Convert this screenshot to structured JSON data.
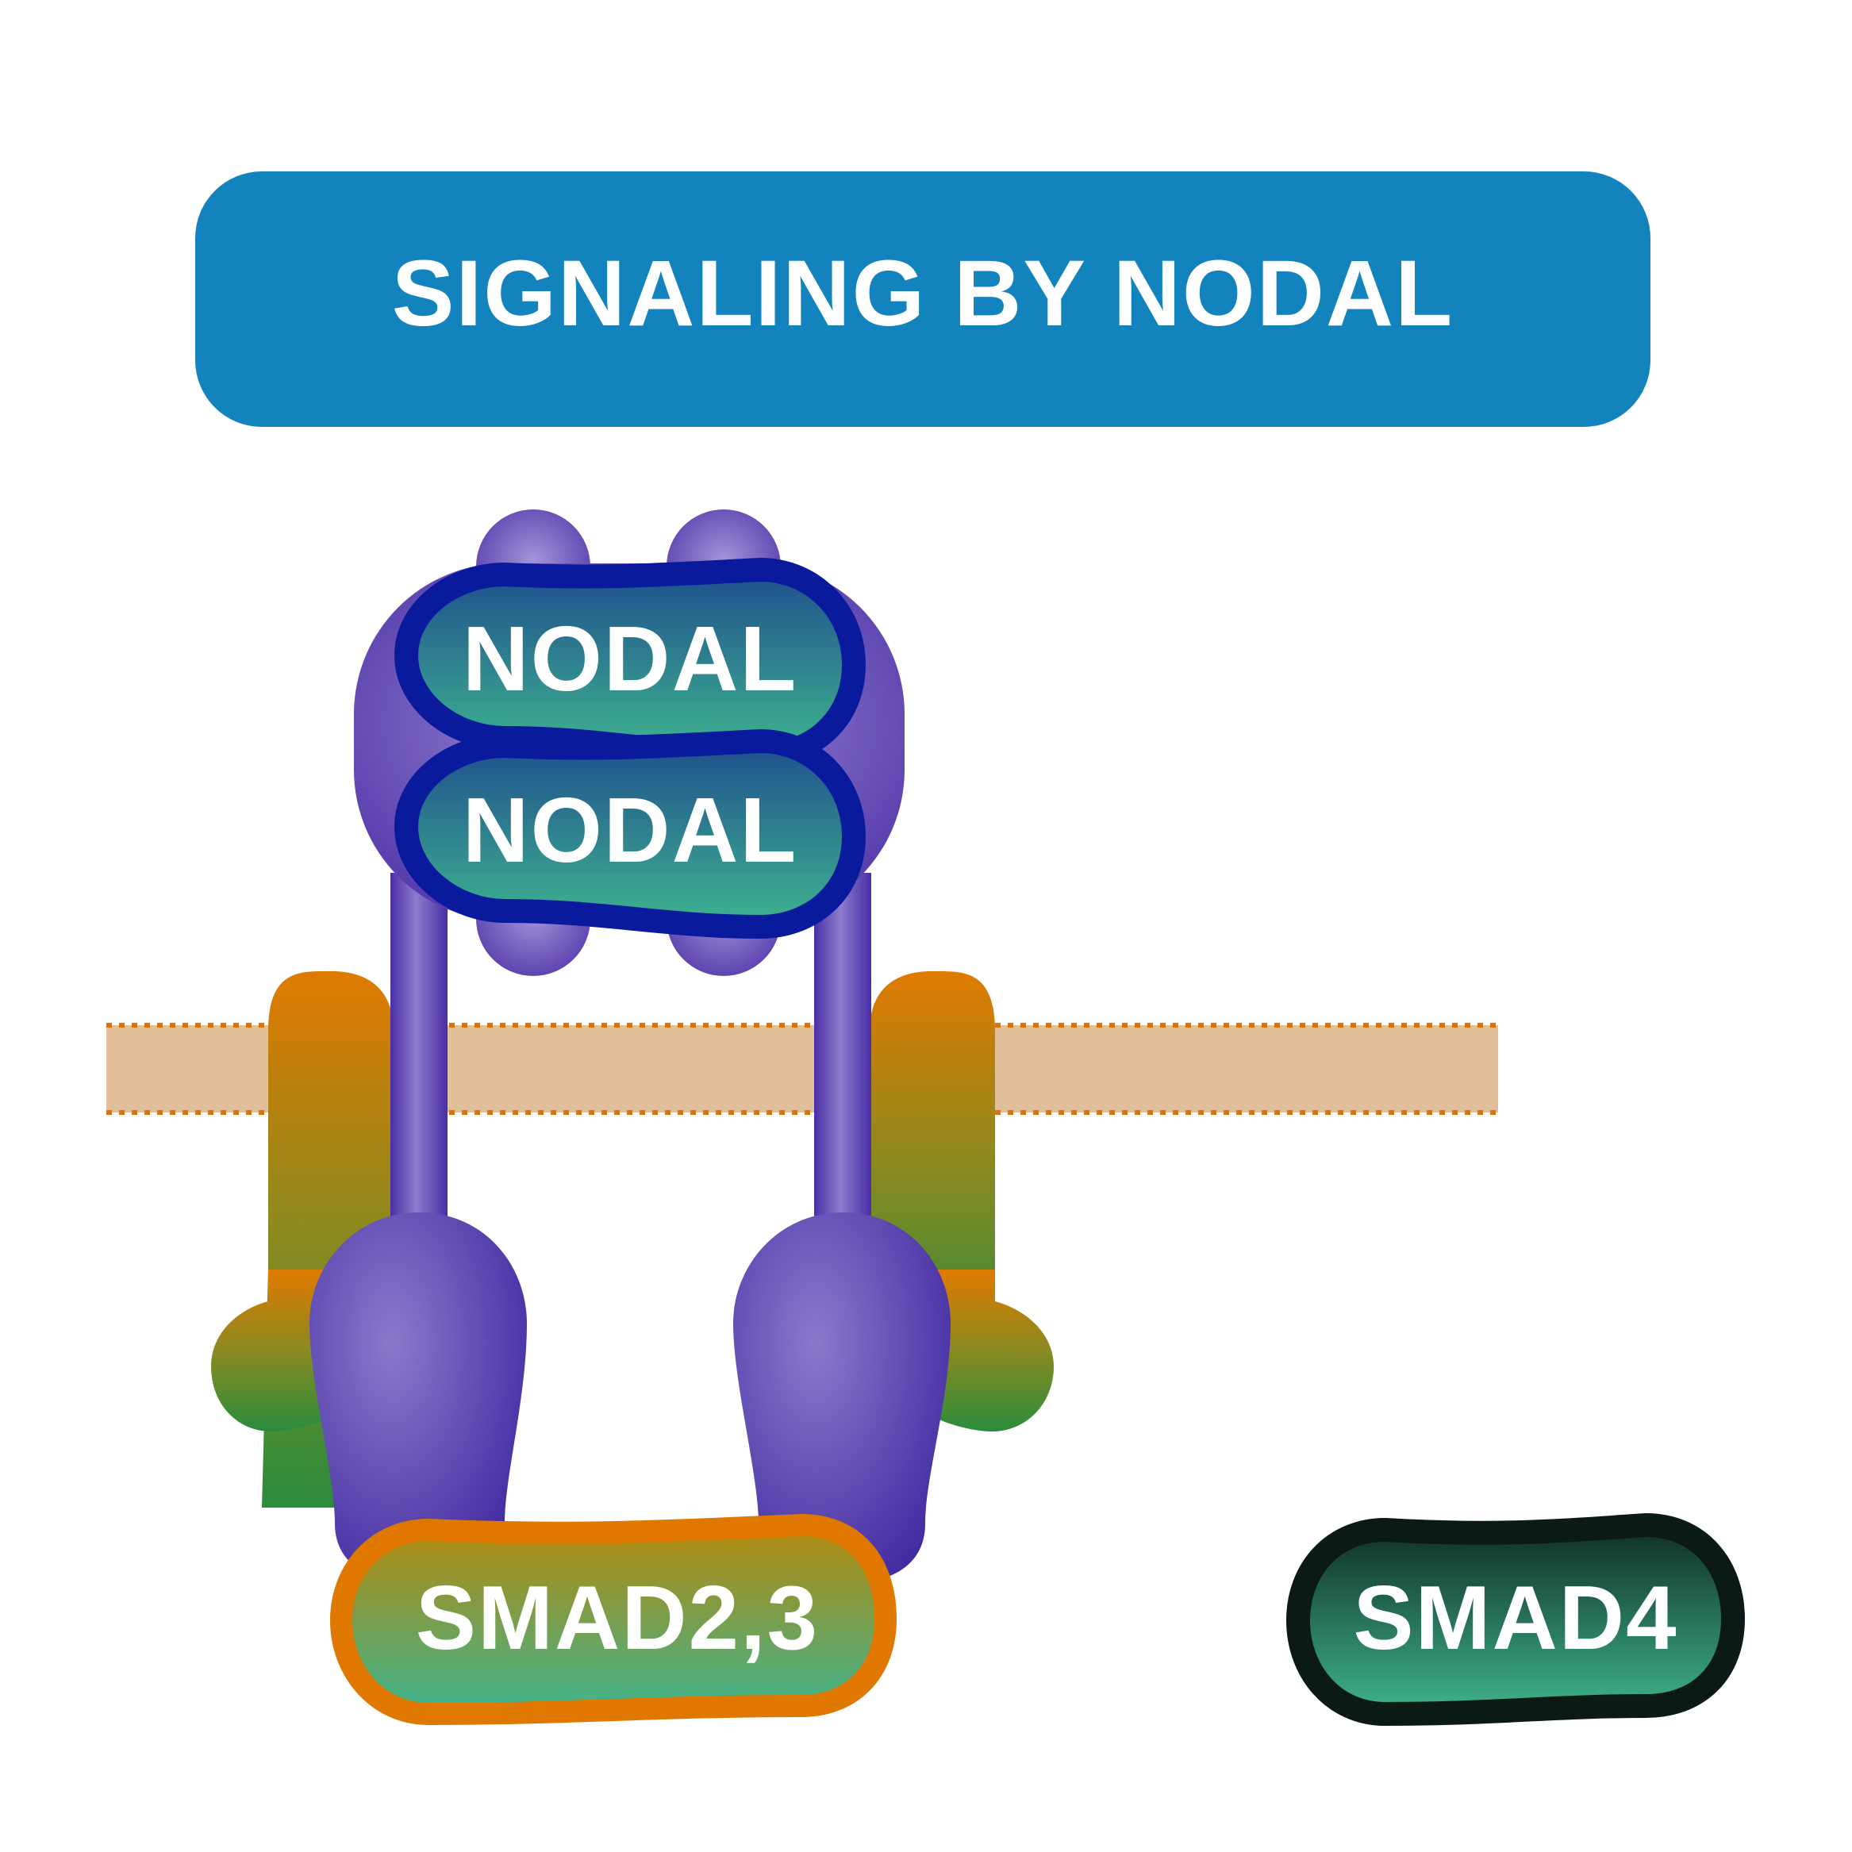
{
  "title": "SIGNALING BY NODAL",
  "ligands": [
    {
      "label": "NODAL"
    },
    {
      "label": "NODAL"
    }
  ],
  "cytoplasmic_proteins": [
    {
      "label": "SMAD2,3"
    },
    {
      "label": "SMAD4"
    }
  ],
  "colors": {
    "title_banner": "#1283bd",
    "membrane": "#e2bf9b",
    "membrane_border": "#d9730f",
    "receptor_dark": "#4128a0",
    "receptor_light": "#8a7acc",
    "coreceptor_top": "#e07a00",
    "coreceptor_bottom": "#2a8c3c",
    "nodal_border": "#0a1a9c",
    "smad23_border": "#e07800",
    "smad4_border": "#0c1a14",
    "pill_fill_top": "#1e4e8e",
    "pill_fill_bottom": "#3fb58f"
  }
}
